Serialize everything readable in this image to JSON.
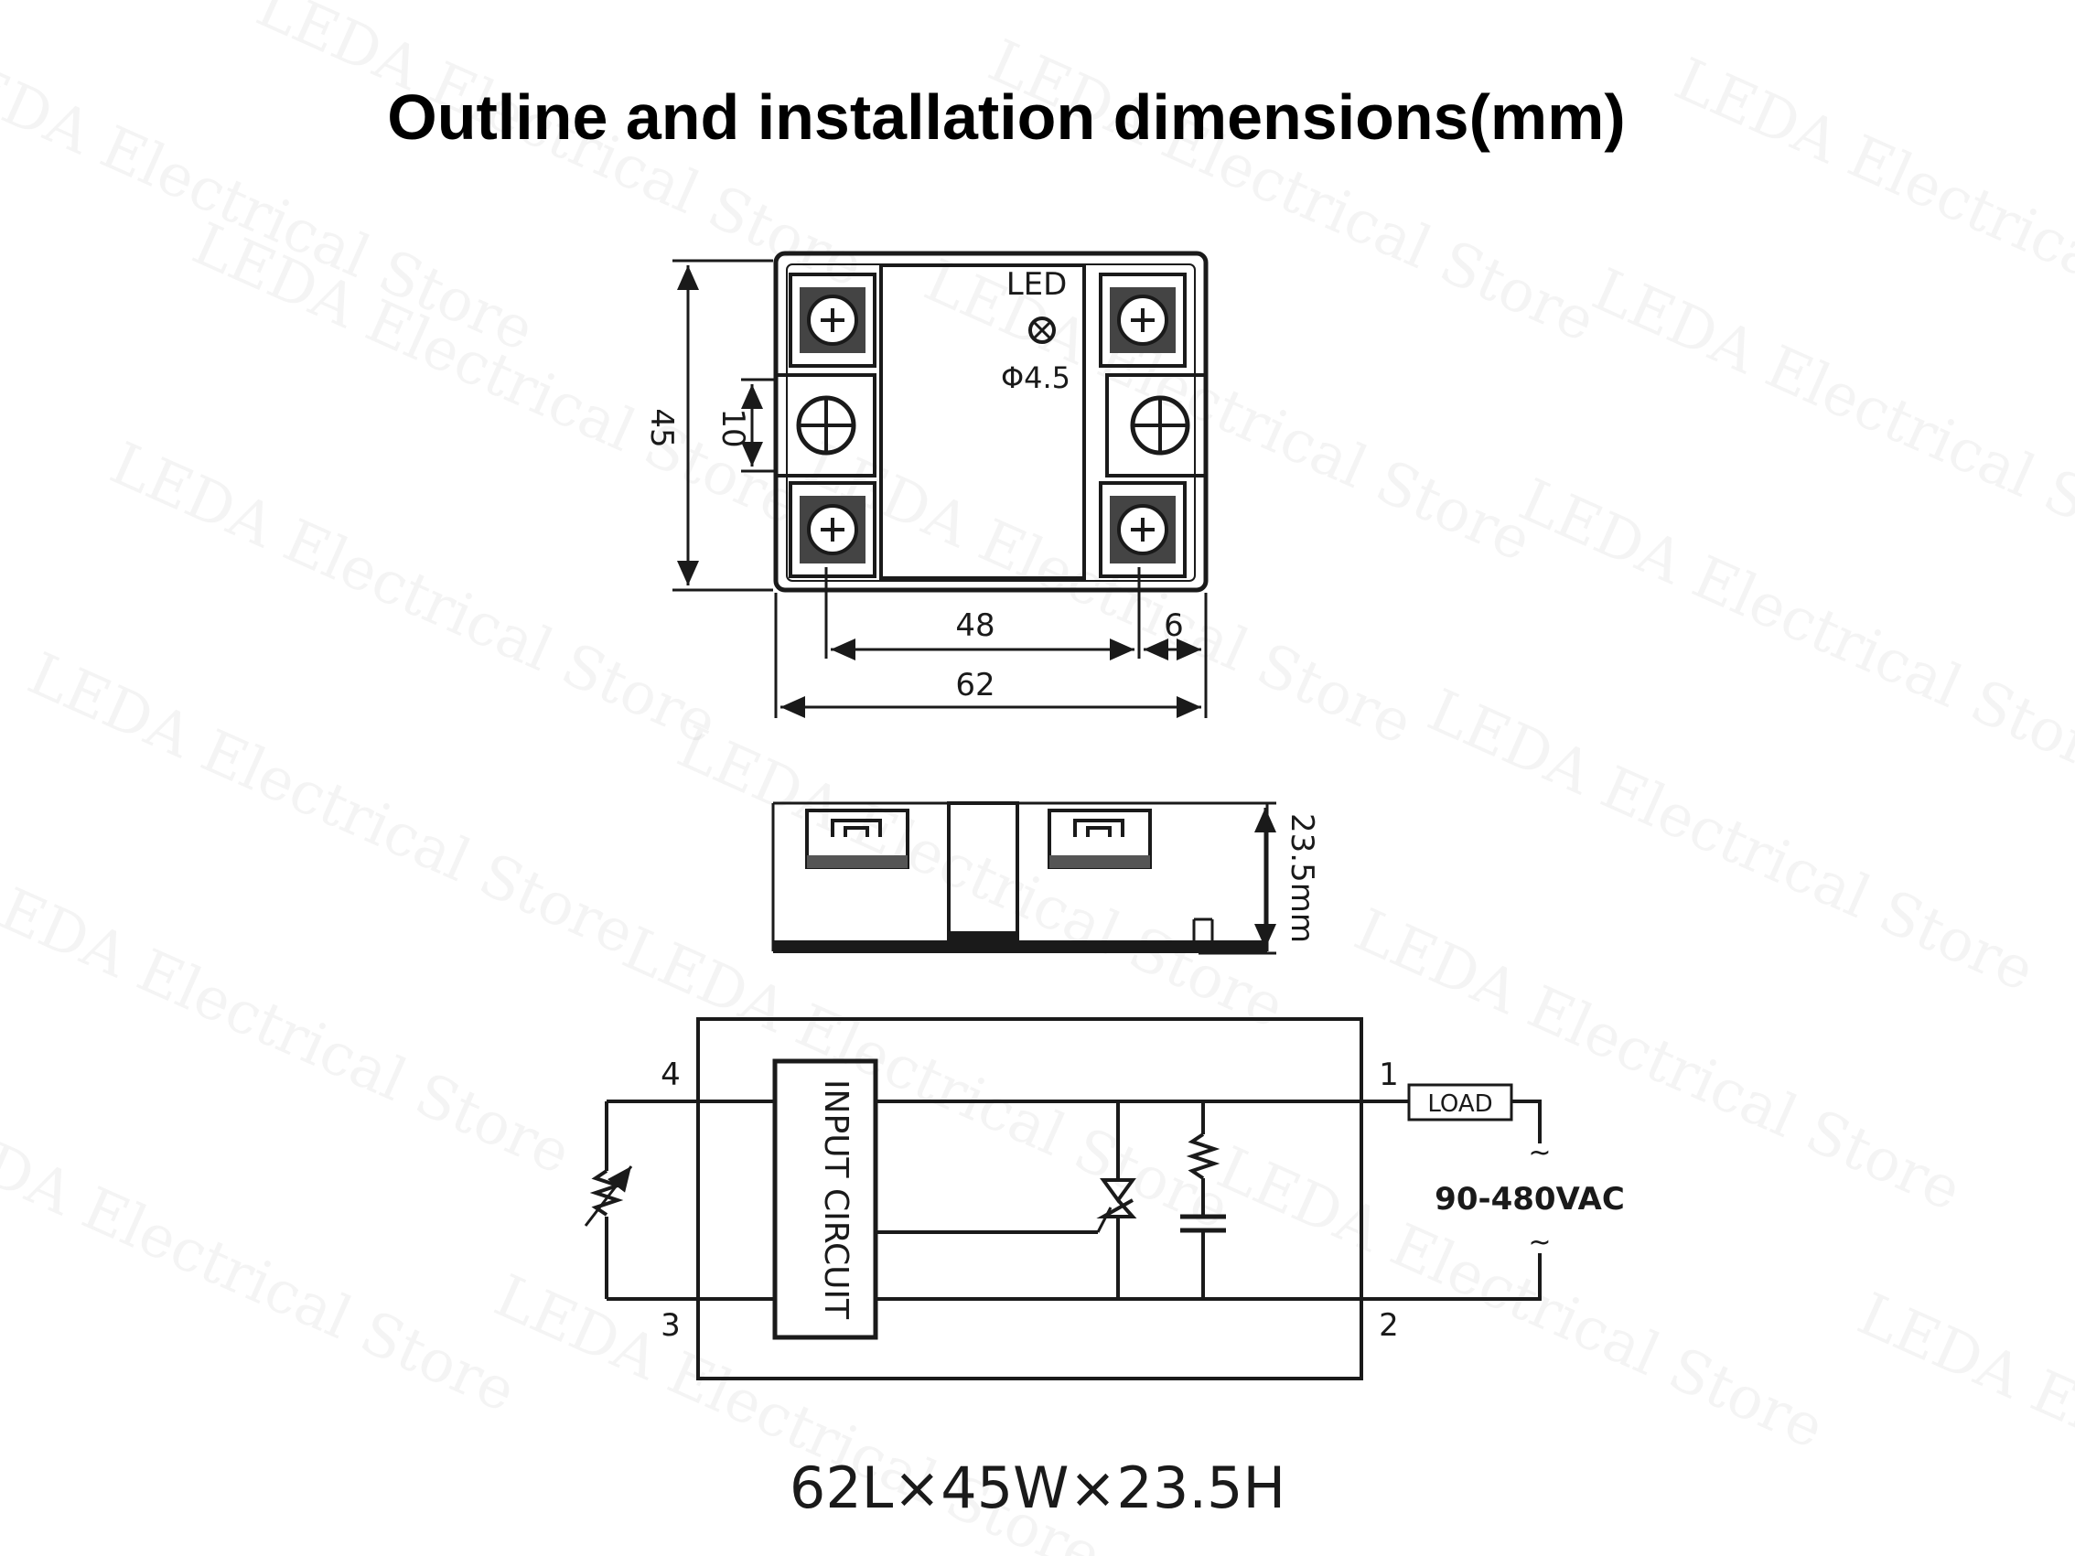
{
  "title": "Outline and installation dimensions(mm)",
  "watermark": "LEDA Electrical Store",
  "top_view": {
    "led_label": "LED",
    "led_diameter": "Φ4.5",
    "dim_height": "45",
    "dim_mount_hole": "10",
    "dim_hole_spacing": "48",
    "dim_edge": "6",
    "dim_length": "62"
  },
  "side_view": {
    "dim_height": "23.5mm"
  },
  "circuit": {
    "terminal_1": "1",
    "terminal_2": "2",
    "terminal_3": "3",
    "terminal_4": "4",
    "input_block_label": "INPUT CIRCUIT",
    "load_label": "LOAD",
    "voltage_label": "90-480VAC",
    "ac_symbol": "~"
  },
  "footer": "62L×45W×23.5H",
  "colors": {
    "line": "#1a1a1a",
    "background": "#ffffff"
  }
}
